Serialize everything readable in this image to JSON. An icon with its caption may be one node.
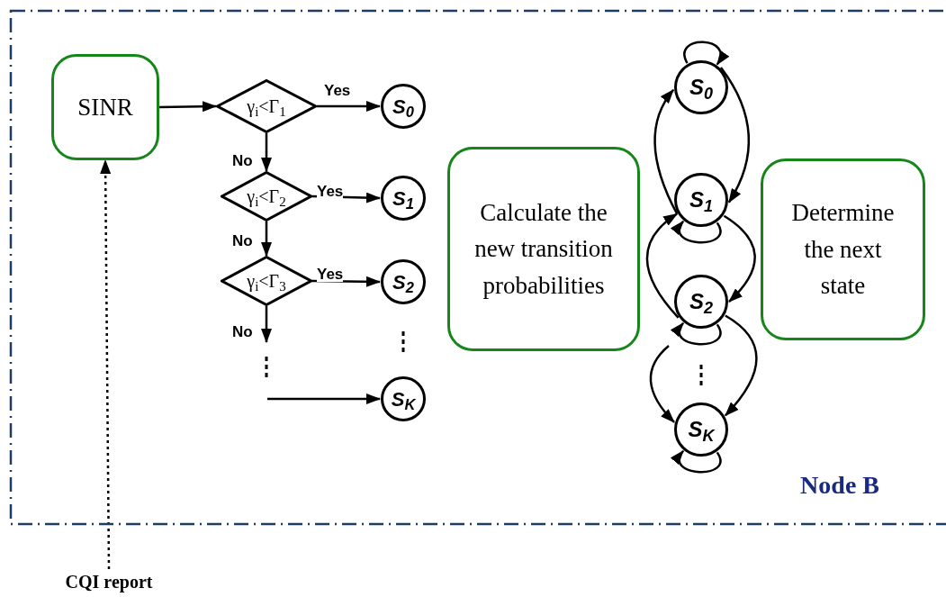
{
  "diagram": {
    "nodes": [
      {
        "text": [
          "Node B"
        ]
      },
      {
        "text": [
          "SINR"
        ],
        "in": 0
      },
      {
        "text": [
          "γ$_{i}$<Γ$_{1}$"
        ],
        "in": 0
      },
      {
        "text": [
          "S$_{0}$"
        ],
        "in": 0
      },
      {
        "text": [
          "γ$_{i}$<Γ$_{2}$"
        ],
        "in": 0
      },
      {
        "text": [
          "S$_{1}$"
        ],
        "in": 0
      },
      {
        "text": [
          "γ$_{i}$<Γ$_{3}$"
        ],
        "in": 0
      },
      {
        "text": [
          "S$_{2}$"
        ],
        "in": 0
      },
      {
        "text": [
          "S$_{K}$"
        ],
        "in": 0
      },
      {
        "text": [
          "Calculate the new transition probabilities"
        ],
        "in": 0
      },
      {
        "text": [
          "S$_{0}$"
        ],
        "in": 0
      },
      {
        "text": [
          "S$_{1}$"
        ],
        "in": 0
      },
      {
        "text": [
          "S$_{2}$"
        ],
        "in": 0
      },
      {
        "text": [
          "S$_{K}$"
        ],
        "in": 0
      },
      {
        "text": [
          "Determine the next state"
        ],
        "in": 0
      },
      {
        "text": [
          "CQI report"
        ]
      }
    ],
    "edges": [
      {
        "from": 15,
        "to": 1,
        "arrow": "to",
        "style": "dashed"
      },
      {
        "from": 1,
        "to": 2,
        "arrow": "to"
      },
      {
        "from": 2,
        "to": 3,
        "arrow": "to",
        "label": "Yes"
      },
      {
        "from": 2,
        "to": 4,
        "arrow": "to",
        "label": "No"
      },
      {
        "from": 4,
        "to": 5,
        "arrow": "to",
        "label": "Yes"
      },
      {
        "from": 4,
        "to": 6,
        "arrow": "to",
        "label": "No"
      },
      {
        "from": 6,
        "to": 7,
        "arrow": "to",
        "label": "Yes"
      },
      {
        "from": 6,
        "to": null,
        "arrow": "to",
        "label": "No"
      },
      {
        "from": null,
        "to": 8,
        "arrow": "to"
      },
      {
        "from": 10,
        "to": 10,
        "arrow": "to"
      },
      {
        "from": 11,
        "to": 10,
        "arrow": "to"
      },
      {
        "from": 10,
        "to": 11,
        "arrow": "to"
      },
      {
        "from": 11,
        "to": 11,
        "arrow": "to"
      },
      {
        "from": 12,
        "to": 11,
        "arrow": "to"
      },
      {
        "from": 11,
        "to": 12,
        "arrow": "to"
      },
      {
        "from": 12,
        "to": 12,
        "arrow": "to"
      },
      {
        "from": 12,
        "to": 13,
        "arrow": "to"
      },
      {
        "from": null,
        "to": 13,
        "arrow": "to"
      },
      {
        "from": 13,
        "to": 13,
        "arrow": "to"
      }
    ]
  }
}
